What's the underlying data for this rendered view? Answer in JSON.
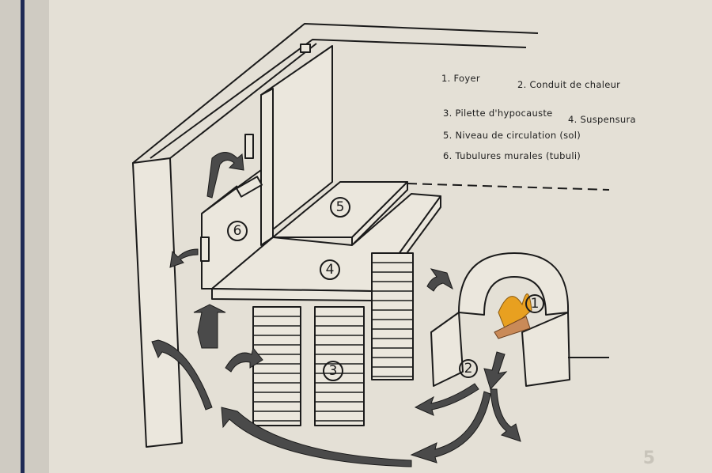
{
  "legend": {
    "item1": "1. Foyer",
    "item2": "2. Conduit de chaleur",
    "item3": "3. Pilette d'hypocauste",
    "item4": "4. Suspensura",
    "item5": "5. Niveau de circulation (sol)",
    "item6": "6. Tubulures murales (tubuli)"
  },
  "markers": {
    "m1": "1",
    "m2": "2",
    "m3": "3",
    "m4": "4",
    "m5": "5",
    "m6": "6"
  },
  "page_number": "5",
  "colors": {
    "paper": "#ebe7dd",
    "ink": "#1b1b1b",
    "arrow": "#4a4a4a",
    "fire": "#e8a020",
    "frame": "#1f2a55"
  }
}
